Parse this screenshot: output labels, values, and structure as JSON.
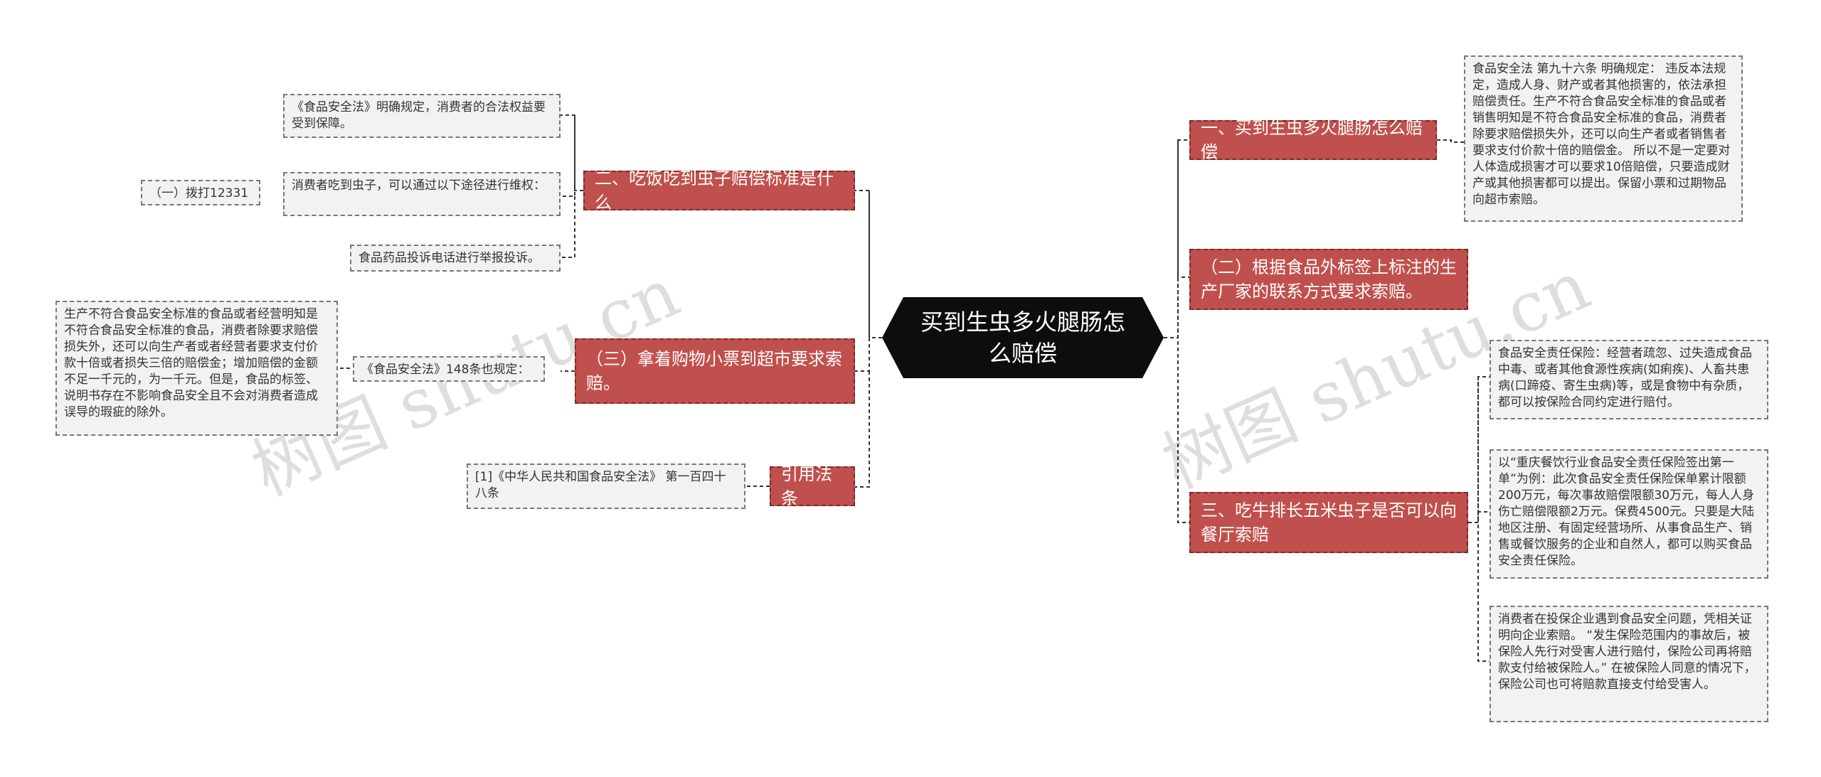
{
  "root": {
    "label": "买到生虫多火腿肠怎么赔偿"
  },
  "left": {
    "b2": {
      "label": "二、吃饭吃到虫子赔偿标准是什么",
      "l_law": "《食品安全法》明确规定，消费者的合法权益要受到保障。",
      "l_way": "消费者吃到虫子，可以通过以下途径进行维权：",
      "l_12331": "（一）拨打12331",
      "l_hotline": "食品药品投诉电话进行举报投诉。"
    },
    "b3": {
      "label": "（三）拿着购物小票到超市要求索赔。",
      "l_148": "《食品安全法》148条也规定：",
      "l_detail": "生产不符合食品安全标准的食品或者经营明知是不符合食品安全标准的食品，消费者除要求赔偿损失外，还可以向生产者或者经营者要求支付价款十倍或者损失三倍的赔偿金；增加赔偿的金额不足一千元的，为一千元。但是，食品的标签、说明书存在不影响食品安全且不会对消费者造成误导的瑕疵的除外。"
    },
    "ref": {
      "label": "引用法条",
      "l_ref": "[1]《中华人民共和国食品安全法》 第一百四十八条"
    }
  },
  "right": {
    "b1": {
      "label": "一、买到生虫多火腿肠怎么赔偿",
      "l_96": "食品安全法 第九十六条 明确规定： 违反本法规定，造成人身、财产或者其他损害的，依法承担赔偿责任。生产不符合食品安全标准的食品或者销售明知是不符合食品安全标准的食品，消费者除要求赔偿损失外，还可以向生产者或者销售者要求支付价款十倍的赔偿金。 所以不是一定要对人体造成损害才可以要求10倍赔偿，只要造成财产或其他损害都可以提出。保留小票和过期物品向超市索赔。"
    },
    "b2": {
      "label": "（二）根据食品外标签上标注的生产厂家的联系方式要求索赔。"
    },
    "b3": {
      "label": "三、吃牛排长五米虫子是否可以向餐厅索赔",
      "l_ins": "食品安全责任保险：经营者疏忽、过失造成食品中毒、或者其他食源性疾病(如痢疾)、人畜共患病(口蹄疫、寄生虫病)等，或是食物中有杂质，都可以按保险合同约定进行赔付。",
      "l_cq": "以“重庆餐饮行业食品安全责任保险签出第一单”为例：此次食品安全责任保险保单累计限额200万元，每次事故赔偿限额30万元，每人人身伤亡赔偿限额2万元。保费4500元。只要是大陆地区注册、有固定经营场所、从事食品生产、销售或餐饮服务的企业和自然人，都可以购买食品安全责任保险。",
      "l_claim": "消费者在投保企业遇到食品安全问题，凭相关证明向企业索赔。 “发生保险范围内的事故后，被保险人先行对受害人进行赔付，保险公司再将赔款支付给被保险人。” 在被保险人同意的情况下，保险公司也可将赔款直接支付给受害人。"
    }
  },
  "watermark": "树图 shutu.cn",
  "colors": {
    "branch": "#c0504d",
    "root": "#0d0d0d",
    "leaf": "#f2f2f2",
    "line": "#333333"
  }
}
